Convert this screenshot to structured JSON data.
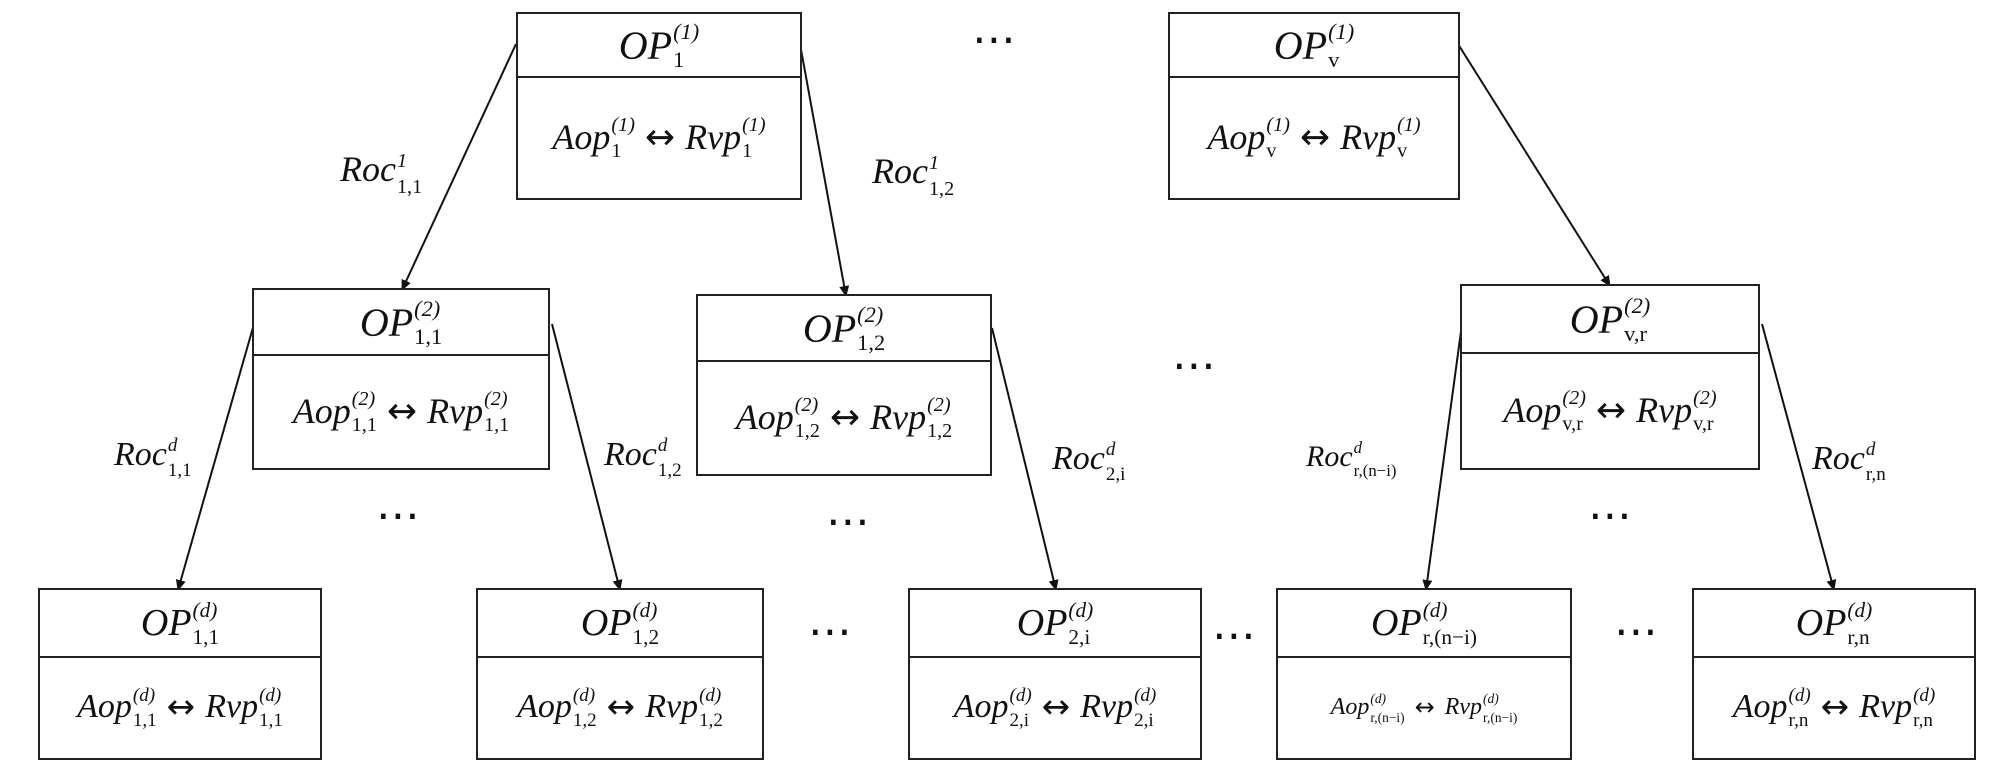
{
  "nodes": {
    "op1_1": {
      "hdr_main": "OP",
      "hdr_sup": "(1)",
      "hdr_sub": "1",
      "left_main": "Aop",
      "left_sup": "(1)",
      "left_sub": "1",
      "arrow": "↔",
      "right_main": "Rvp",
      "right_sup": "(1)",
      "right_sub": "1"
    },
    "op1_v": {
      "hdr_main": "OP",
      "hdr_sup": "(1)",
      "hdr_sub": "v",
      "left_main": "Aop",
      "left_sup": "(1)",
      "left_sub": "v",
      "arrow": "↔",
      "right_main": "Rvp",
      "right_sup": "(1)",
      "right_sub": "v"
    },
    "op2_11": {
      "hdr_main": "OP",
      "hdr_sup": "(2)",
      "hdr_sub": "1,1",
      "left_main": "Aop",
      "left_sup": "(2)",
      "left_sub": "1,1",
      "arrow": "↔",
      "right_main": "Rvp",
      "right_sup": "(2)",
      "right_sub": "1,1"
    },
    "op2_12": {
      "hdr_main": "OP",
      "hdr_sup": "(2)",
      "hdr_sub": "1,2",
      "left_main": "Aop",
      "left_sup": "(2)",
      "left_sub": "1,2",
      "arrow": "↔",
      "right_main": "Rvp",
      "right_sup": "(2)",
      "right_sub": "1,2"
    },
    "op2_vr": {
      "hdr_main": "OP",
      "hdr_sup": "(2)",
      "hdr_sub": "v,r",
      "left_main": "Aop",
      "left_sup": "(2)",
      "left_sub": "v,r",
      "arrow": "↔",
      "right_main": "Rvp",
      "right_sup": "(2)",
      "right_sub": "v,r"
    },
    "opd_11": {
      "hdr_main": "OP",
      "hdr_sup": "(d)",
      "hdr_sub": "1,1",
      "left_main": "Aop",
      "left_sup": "(d)",
      "left_sub": "1,1",
      "arrow": "↔",
      "right_main": "Rvp",
      "right_sup": "(d)",
      "right_sub": "1,1"
    },
    "opd_12": {
      "hdr_main": "OP",
      "hdr_sup": "(d)",
      "hdr_sub": "1,2",
      "left_main": "Aop",
      "left_sup": "(d)",
      "left_sub": "1,2",
      "arrow": "↔",
      "right_main": "Rvp",
      "right_sup": "(d)",
      "right_sub": "1,2"
    },
    "opd_2i": {
      "hdr_main": "OP",
      "hdr_sup": "(d)",
      "hdr_sub": "2,i",
      "left_main": "Aop",
      "left_sup": "(d)",
      "left_sub": "2,i",
      "arrow": "↔",
      "right_main": "Rvp",
      "right_sup": "(d)",
      "right_sub": "2,i"
    },
    "opd_rni": {
      "hdr_main": "OP",
      "hdr_sup": "(d)",
      "hdr_sub": "r,(n−i)",
      "left_main": "Aop",
      "left_sup": "(d)",
      "left_sub": "r,(n−i)",
      "arrow": "↔",
      "right_main": "Rvp",
      "right_sup": "(d)",
      "right_sub": "r,(n−i)"
    },
    "opd_rn": {
      "hdr_main": "OP",
      "hdr_sup": "(d)",
      "hdr_sub": "r,n",
      "left_main": "Aop",
      "left_sup": "(d)",
      "left_sub": "r,n",
      "arrow": "↔",
      "right_main": "Rvp",
      "right_sup": "(d)",
      "right_sub": "r,n"
    }
  },
  "edges": {
    "roc_1_11": {
      "main": "Roc",
      "sup": "1",
      "sub": "1,1"
    },
    "roc_1_12": {
      "main": "Roc",
      "sup": "1",
      "sub": "1,2"
    },
    "roc_d_11": {
      "main": "Roc",
      "sup": "d",
      "sub": "1,1"
    },
    "roc_d_12": {
      "main": "Roc",
      "sup": "d",
      "sub": "1,2"
    },
    "roc_d_2i": {
      "main": "Roc",
      "sup": "d",
      "sub": "2,i"
    },
    "roc_d_rni": {
      "main": "Roc",
      "sup": "d",
      "sub": "r,(n−i)"
    },
    "roc_d_rn": {
      "main": "Roc",
      "sup": "d",
      "sub": "r,n"
    }
  },
  "ellipsis": "⋯"
}
